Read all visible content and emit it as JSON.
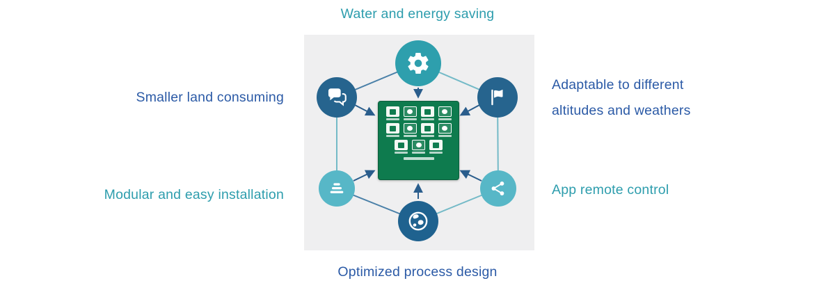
{
  "diagram": {
    "labels": {
      "top": "Water and energy saving",
      "left_upper": "Smaller land consuming",
      "left_lower": "Modular and easy installation",
      "right_upper": {
        "line1": "Adaptable to different",
        "line2": "altitudes and weathers"
      },
      "right_lower": "App remote control",
      "bottom": "Optimized process design"
    },
    "colors": {
      "label_teal": "#2D9DAD",
      "label_blue": "#2B5AA6",
      "node_teal": "#2E9FAD",
      "node_light_teal": "#57B7C7",
      "node_dark_blue": "#26648E",
      "node_globe_blue": "#1F628F",
      "panel_background": "#EFEFF0",
      "board_green": "#0E7B4E",
      "connector_teal": "#74BAC7",
      "connector_blue": "#4A80A8",
      "arrow_navy": "#2A5D8C"
    },
    "nodes": [
      {
        "id": "water-energy",
        "icon": "gear-icon"
      },
      {
        "id": "land-consuming",
        "icon": "chat-icon"
      },
      {
        "id": "adaptable",
        "icon": "flag-icon"
      },
      {
        "id": "modular",
        "icon": "layers-icon"
      },
      {
        "id": "app-remote",
        "icon": "share-icon"
      },
      {
        "id": "process-design",
        "icon": "globe-icon"
      }
    ],
    "board_icon_rows": [
      4,
      4,
      3
    ]
  }
}
